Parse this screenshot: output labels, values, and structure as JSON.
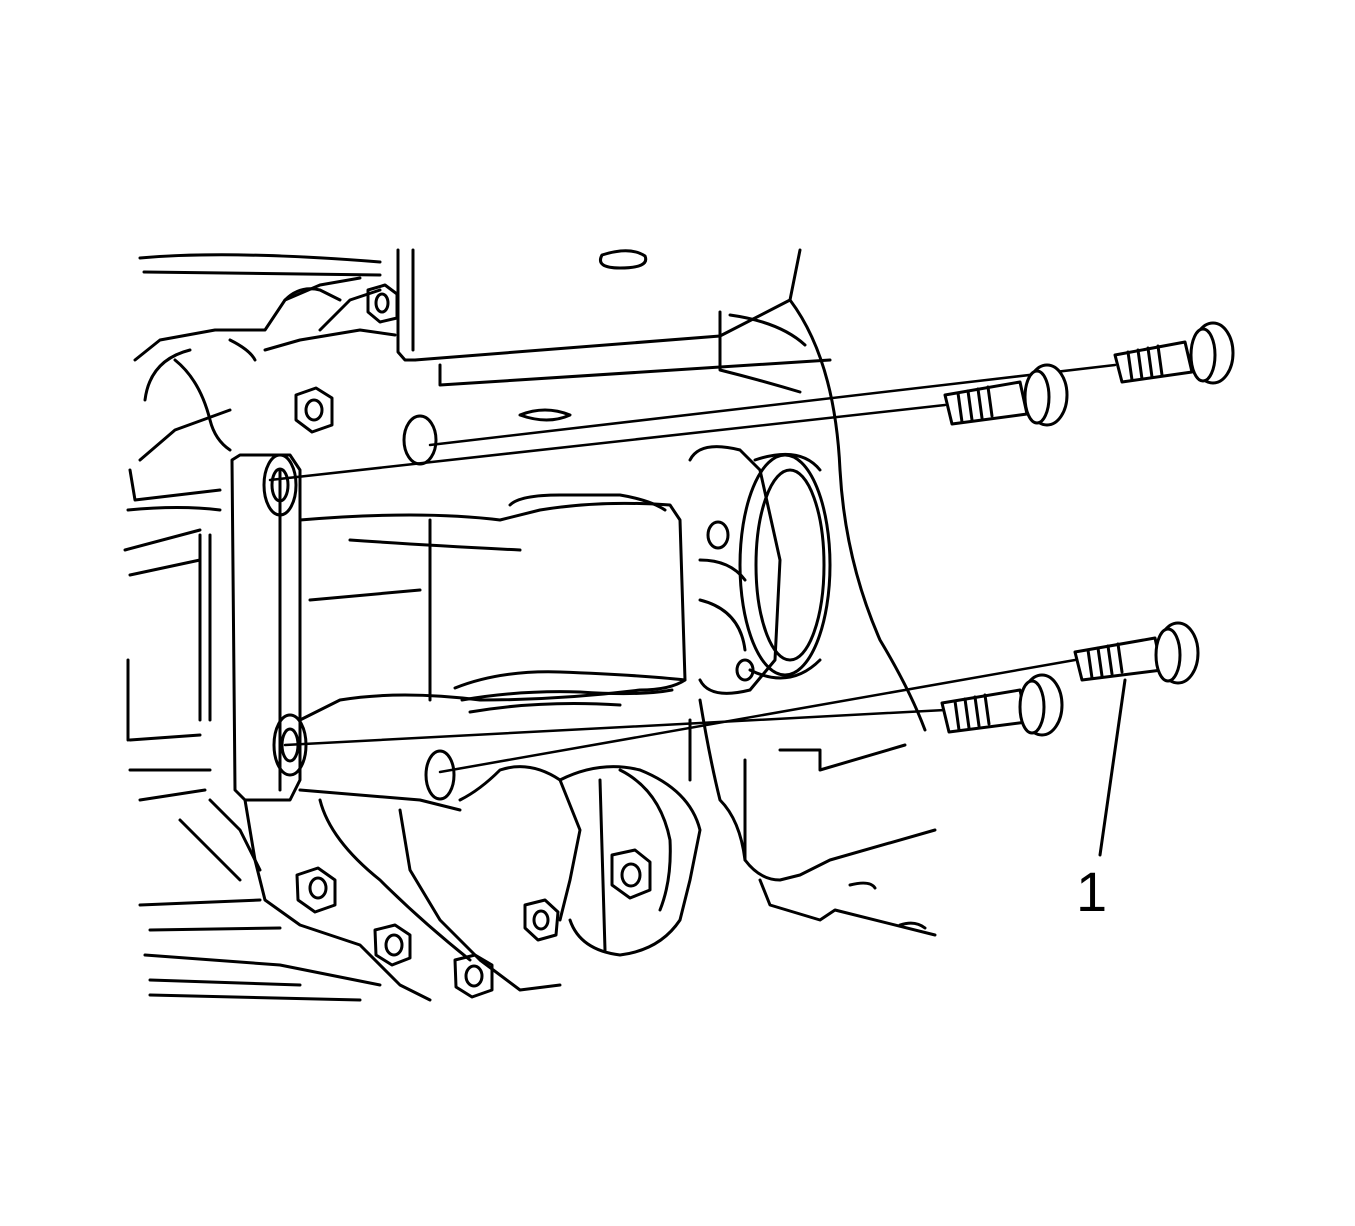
{
  "diagram": {
    "callouts": [
      {
        "label": "1"
      }
    ],
    "colors": {
      "ink": "#000000",
      "paper": "#ffffff"
    },
    "parts": [
      "engine-mount-bracket",
      "mount-bolts",
      "crankshaft-pulley",
      "transmission-housing"
    ]
  }
}
